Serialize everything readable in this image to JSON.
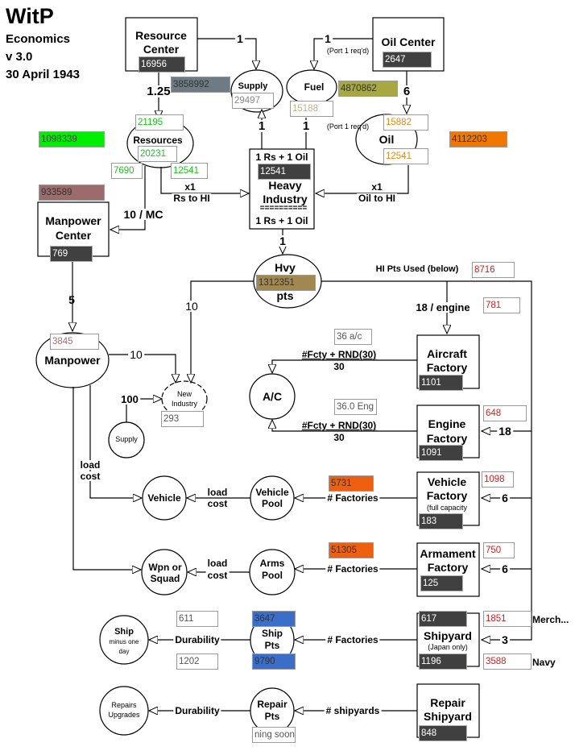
{
  "header": {
    "title": "WitP",
    "subtitle": "Economics",
    "version": "v 3.0",
    "date": "30 April 1943"
  },
  "nodes": {
    "resource_center": {
      "line1": "Resource",
      "line2": "Center",
      "value": "16956"
    },
    "oil_center": {
      "label": "Oil Center",
      "value": "2647"
    },
    "heavy_industry": {
      "top": "1 Rs + 1 Oil",
      "value": "12541",
      "line1": "Heavy",
      "line2": "Industry",
      "sep": "==========",
      "bottom": "1 Rs + 1 Oil"
    },
    "manpower_center": {
      "line1": "Manpower",
      "line2": "Center",
      "value": "769"
    },
    "aircraft_factory": {
      "line1": "Aircraft",
      "line2": "Factory",
      "value": "1101"
    },
    "engine_factory": {
      "line1": "Engine",
      "line2": "Factory",
      "value": "1091"
    },
    "vehicle_factory": {
      "line1": "Vehicle",
      "line2": "Factory",
      "note": "(full capacity",
      "value": "183"
    },
    "armament_factory": {
      "line1": "Armament",
      "line2": "Factory",
      "value": "125"
    },
    "shipyard": {
      "label": "Shipyard",
      "note": "(Japan only)",
      "merchant_value": "617",
      "navy_value": "1196"
    },
    "repair_shipyard": {
      "line1": "Repair",
      "line2": "Shipyard",
      "value": "848"
    }
  },
  "pools": {
    "supply": {
      "label": "Supply",
      "value": "29497",
      "stock": "3858992"
    },
    "fuel": {
      "label": "Fuel",
      "value": "15188",
      "stock": "4870862"
    },
    "resources": {
      "label": "Resources",
      "top_value": "21195",
      "mid_value": "20231",
      "left_value": "7690",
      "right_value": "12541",
      "stock": "1098339",
      "manpower_stock": "933589"
    },
    "oil": {
      "label": "Oil",
      "top_value": "15882",
      "bottom_value": "12541",
      "stock": "4112203"
    },
    "hvy_pts": {
      "line1": "Hvy",
      "value": "1312351",
      "line2": "pts"
    },
    "manpower": {
      "label": "Manpower",
      "value": "3845"
    },
    "new_industry": {
      "line1": "New",
      "line2": "Industry",
      "value": "293"
    },
    "supply_small": {
      "label": "Supply"
    },
    "ac": {
      "label": "A/C"
    },
    "vehicle": {
      "label": "Vehicle"
    },
    "vehicle_pool": {
      "line1": "Vehicle",
      "line2": "Pool",
      "value": "5731"
    },
    "wpn_squad": {
      "line1": "Wpn or",
      "line2": "Squad"
    },
    "arms_pool": {
      "line1": "Arms",
      "line2": "Pool",
      "value": "51305"
    },
    "ship": {
      "line1": "Ship",
      "line2": "minus one",
      "line3": "day",
      "dur_merch": "611",
      "dur_navy": "1202"
    },
    "ship_pts": {
      "line1": "Ship",
      "line2": "Pts",
      "merch": "3647",
      "navy": "9790"
    },
    "repairs": {
      "line1": "Repairs",
      "line2": "Upgrades"
    },
    "repair_pts": {
      "line1": "Repair",
      "line2": "Pts",
      "value": "ning soon"
    }
  },
  "hi_usage": {
    "label": "HI Pts Used (below)",
    "total": "8716",
    "aircraft": "781",
    "engine": "648",
    "vehicle": "1098",
    "armament": "750",
    "merchant": "1851",
    "navy": "3588",
    "merchant_label": "Merch...",
    "navy_label": "Navy"
  },
  "production": {
    "aircraft": "36 a/c",
    "engine": "36.0 Eng"
  },
  "edges": {
    "rc_supply": "1",
    "oc_fuel": "1",
    "port1": "(Port 1 req'd)",
    "port2": "(Port 1 req'd)",
    "rc_res": "1.25",
    "oc_oil": "6",
    "hi_supply": "1",
    "hi_fuel": "1",
    "rs_x": "x1",
    "rs_hi": "Rs to HI",
    "oil_x": "x1",
    "oil_hi": "Oil to HI",
    "mc": "10 / MC",
    "hi_pts": "1",
    "hvy_new": "10",
    "engine_rate": "18 / engine",
    "mpc_mp": "5",
    "mp_new": "10",
    "supply_new": "100",
    "ac_formula": "#Fcty + RND(30)",
    "ac_div": "30",
    "eng_formula": "#Fcty + RND(30)",
    "eng_div": "30",
    "eng_rate": "18",
    "load1": "load",
    "cost1": "cost",
    "load2": "load",
    "cost2": "cost",
    "load3": "load",
    "cost3": "cost",
    "veh_fact": "# Factories",
    "veh_rate": "6",
    "arm_fact": "# Factories",
    "arm_rate": "6",
    "ship_fact": "# Factories",
    "ship_rate": "3",
    "ship_dur": "Durability",
    "rep_dur": "Durability",
    "rep_yards": "# shipyards"
  },
  "colors": {
    "grey_stock": "#6e7a84",
    "green_stock": "#00ee00",
    "brown_stock": "#9c6b6b",
    "olive_stock": "#a8a840",
    "orange_stock": "#f07800",
    "hvy_stock": "#a08850",
    "pool_orange": "#ee6010",
    "ship_blue": "#3a6ec8",
    "dark_field": "#404040"
  }
}
